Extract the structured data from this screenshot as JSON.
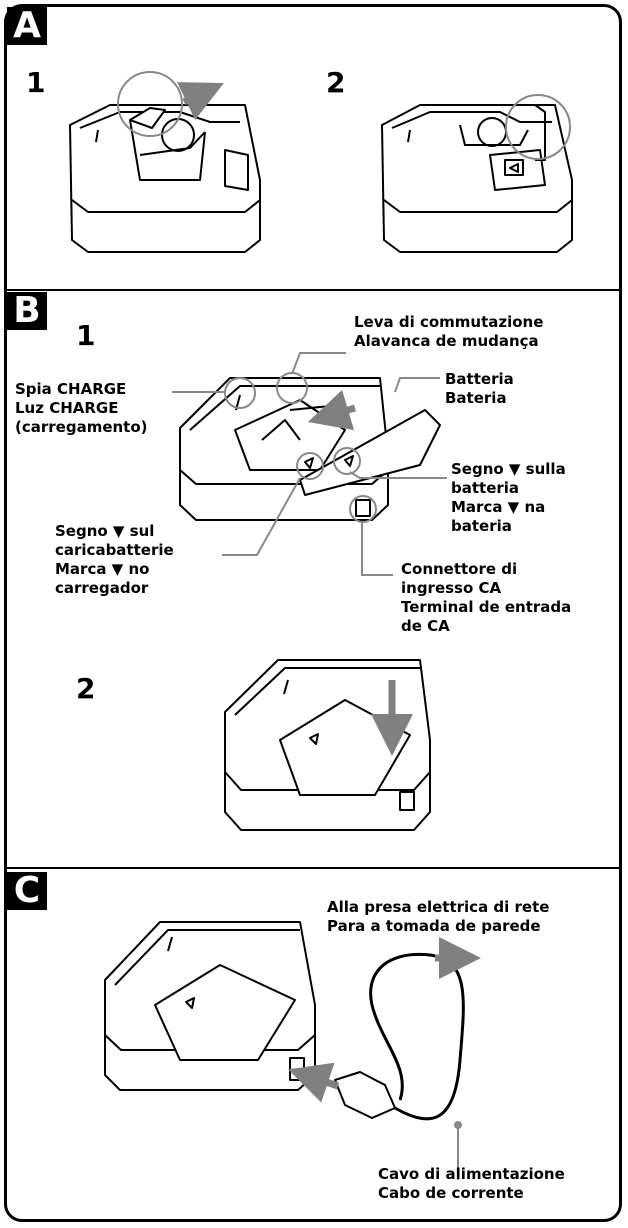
{
  "sections": {
    "a": {
      "badge": "A",
      "step1": "1",
      "step2": "2"
    },
    "b": {
      "badge": "B",
      "step1": "1",
      "step2": "2"
    },
    "c": {
      "badge": "C"
    }
  },
  "labels": {
    "leva": [
      "Leva di commutazione",
      "Alavanca de mudança"
    ],
    "spia": [
      "Spia CHARGE",
      "Luz CHARGE",
      "(carregamento)"
    ],
    "batteria": [
      "Batteria",
      "Bateria"
    ],
    "segno_batteria": [
      "Segno ▼ sulla",
      "batteria",
      "Marca ▼ na",
      "bateria"
    ],
    "segno_caricabatterie": [
      "Segno ▼ sul",
      "caricabatterie",
      "Marca ▼ no",
      "carregador"
    ],
    "connettore": [
      "Connettore di",
      "ingresso CA",
      "Terminal de entrada",
      "de CA"
    ],
    "presa": [
      "Alla presa elettrica di rete",
      "Para a tomada de parede"
    ],
    "cavo": [
      "Cavo di alimentazione",
      "Cabo de corrente"
    ]
  },
  "colors": {
    "border": "#000000",
    "callout": "#888888",
    "arrow": "#808080"
  }
}
